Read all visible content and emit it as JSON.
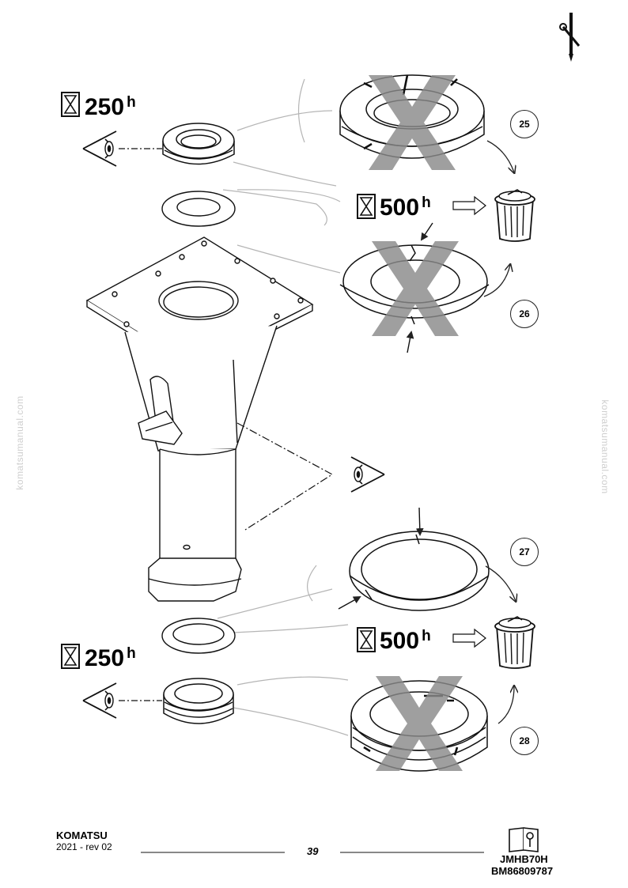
{
  "intervals": {
    "upper_seal": {
      "value": "250",
      "unit": "h"
    },
    "upper_discard": {
      "value": "500",
      "unit": "h"
    },
    "lower_discard": {
      "value": "500",
      "unit": "h"
    },
    "lower_seal": {
      "value": "250",
      "unit": "h"
    }
  },
  "steps": [
    "25",
    "26",
    "27",
    "28"
  ],
  "icons": {
    "hourglass": "hourglass-icon",
    "inspect": "eye-icon",
    "discard": "trash-bin-icon",
    "tools": "wrench-screwdriver-icon",
    "manual": "manual-book-icon"
  },
  "watermark": "komatsumanual.com",
  "footer": {
    "brand": "KOMATSU",
    "revision": "2021 -  rev 02",
    "page": "39",
    "model": "JMHB70H",
    "document_number": "BM86809787"
  },
  "colors": {
    "line": "#222222",
    "reject_cross": "#8a8a8a",
    "leader": "#b0b0b0"
  }
}
